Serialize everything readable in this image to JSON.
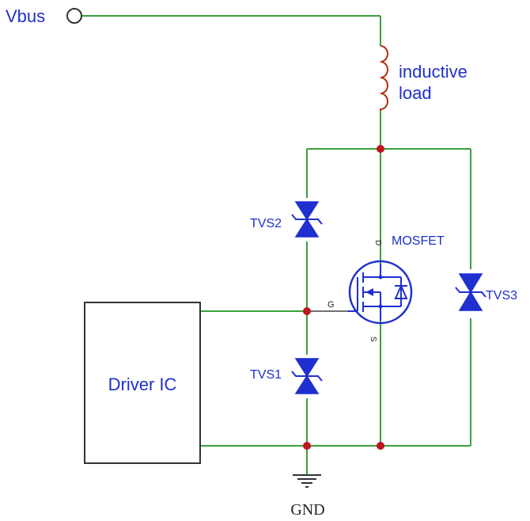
{
  "labels": {
    "vbus": "Vbus",
    "load": [
      "inductive",
      "load"
    ],
    "mosfet": "MOSFET",
    "drain": "D",
    "gate": "G",
    "source": "S",
    "tvs1": "TVS1",
    "tvs2": "TVS2",
    "tvs3": "TVS3",
    "driver": "Driver IC",
    "gnd": "GND"
  },
  "colors": {
    "wire": "#3aa13a",
    "component": "#1f2fd0",
    "inductor": "#b03010",
    "junction": "#c0141e",
    "box": "#333333"
  }
}
